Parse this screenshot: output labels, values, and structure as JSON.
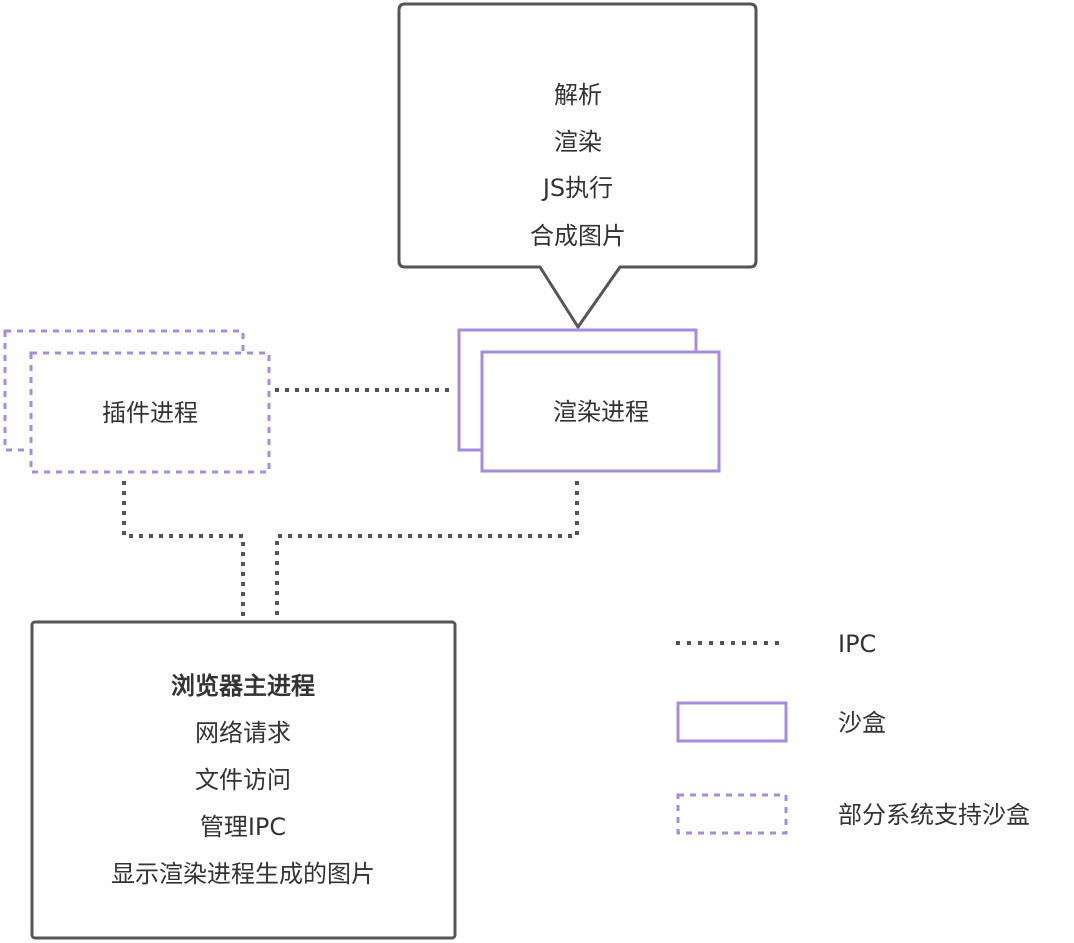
{
  "colors": {
    "box_border": "#555555",
    "sandbox_border": "#a78bde",
    "connector": "#555555",
    "text": "#333333"
  },
  "callout": {
    "lines": [
      "解析",
      "渲染",
      "JS执行",
      "合成图片"
    ]
  },
  "renderer": {
    "label": "渲染进程"
  },
  "plugin": {
    "label": "插件进程"
  },
  "browser": {
    "title": "浏览器主进程",
    "lines": [
      "网络请求",
      "文件访问",
      "管理IPC",
      "显示渲染进程生成的图片"
    ]
  },
  "legend": {
    "ipc": "IPC",
    "sandbox": "沙盒",
    "partial_sandbox": "部分系统支持沙盒"
  }
}
